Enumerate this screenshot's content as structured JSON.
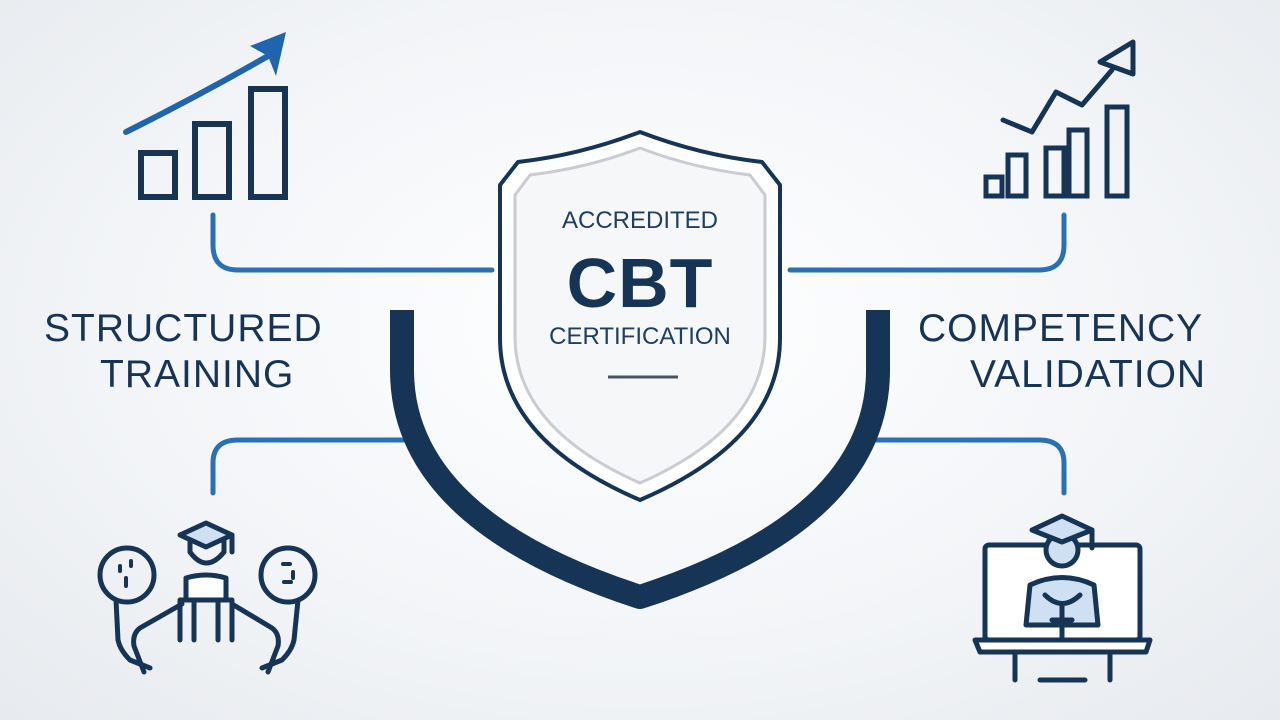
{
  "badge": {
    "line_top": "ACCREDITED",
    "line_main": "CBT",
    "line_bottom": "CERTIFICATION"
  },
  "left_label": {
    "line1": "STRUCTURED",
    "line2": "TRAINING"
  },
  "right_label": {
    "line1": "COMPETENCY",
    "line2": "VALIDATION"
  },
  "icons": {
    "top_left": "rising-bar-chart-with-arrow-icon",
    "top_right": "bar-chart-with-trend-line-icon",
    "bottom_left": "instructor-with-two-speech-bubbles-icon",
    "bottom_right": "graduate-on-monitor-icon"
  },
  "colors": {
    "navy": "#163556",
    "blue": "#2a70b5",
    "light_blue": "#cfe0f3",
    "background": "#f3f5f8"
  }
}
